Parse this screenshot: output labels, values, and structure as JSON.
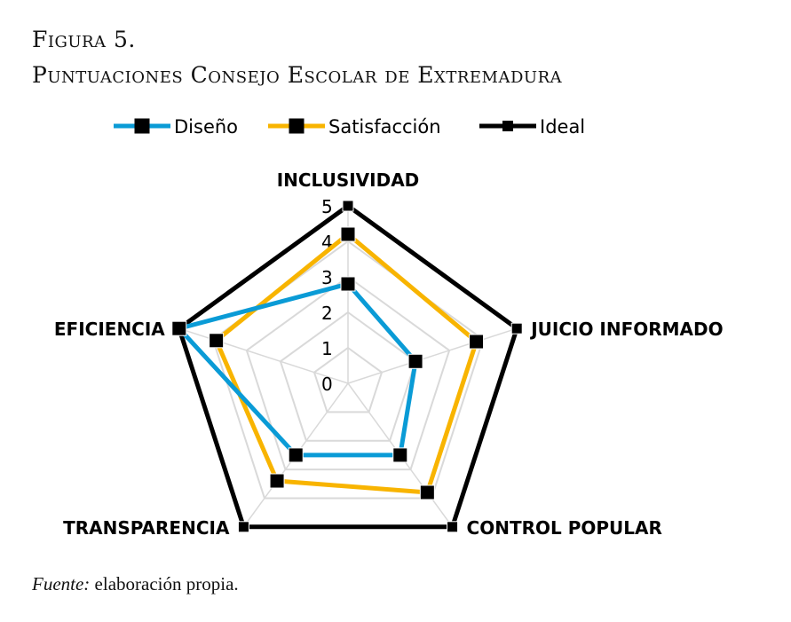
{
  "figure": {
    "title": "Figura 5.",
    "subtitle": "Puntuaciones Consejo Escolar de Extremadura",
    "source_label": "Fuente:",
    "source_text": " elaboración propia."
  },
  "chart_data": {
    "type": "radar",
    "categories": [
      "INCLUSIVIDAD",
      "JUICIO INFORMADO",
      "CONTROL POPULAR",
      "TRANSPARENCIA",
      "EFICIENCIA"
    ],
    "range": [
      0,
      5
    ],
    "ticks": [
      "0",
      "1",
      "2",
      "3",
      "4",
      "5"
    ],
    "legend_position": "top",
    "series": [
      {
        "name": "Diseño",
        "color": "#0a9bd6",
        "values": [
          2.8,
          2.0,
          2.5,
          2.5,
          5.0
        ]
      },
      {
        "name": "Satisfacción",
        "color": "#f8b400",
        "values": [
          4.2,
          3.8,
          3.8,
          3.4,
          3.9
        ]
      },
      {
        "name": "Ideal",
        "color": "#000000",
        "values": [
          5,
          5,
          5,
          5,
          5
        ]
      }
    ]
  }
}
